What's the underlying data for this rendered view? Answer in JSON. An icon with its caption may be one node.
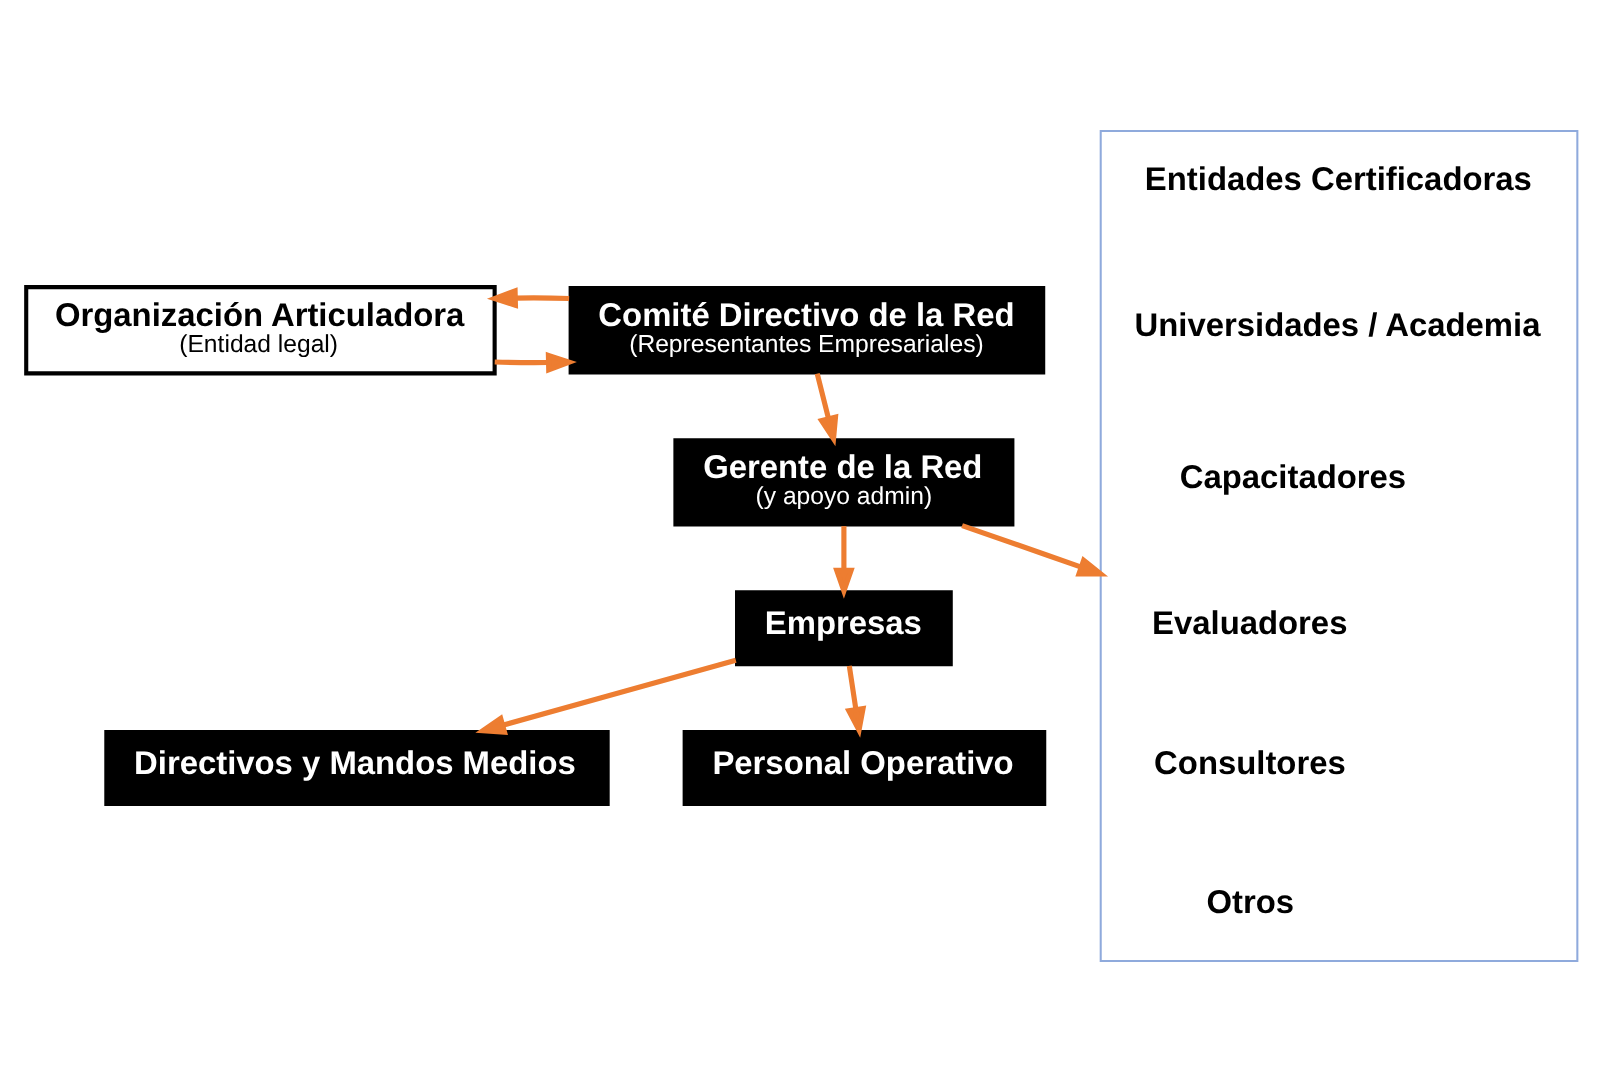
{
  "diagram": {
    "nodes": [
      {
        "text": [
          "Organización Articuladora",
          "(Entidad legal)"
        ]
      },
      {
        "text": [
          "Comité Directivo de la Red",
          "(Representantes Empresariales)"
        ]
      },
      {
        "text": [
          "Gerente de la Red",
          "(y apoyo admin)"
        ]
      },
      {
        "text": [
          "Empresas"
        ]
      },
      {
        "text": [
          "Directivos y Mandos Medios"
        ]
      },
      {
        "text": [
          "Personal Operativo"
        ]
      },
      {
        "text": [],
        "shape": "box"
      },
      {
        "text": [
          "Entidades Certificadoras"
        ],
        "in": 6
      },
      {
        "text": [
          "Universidades / Academia"
        ],
        "in": 6
      },
      {
        "text": [
          "Capacitadores"
        ],
        "in": 6
      },
      {
        "text": [
          "Evaluadores"
        ],
        "in": 6
      },
      {
        "text": [
          "Consultores"
        ],
        "in": 6
      },
      {
        "text": [
          "Otros"
        ],
        "in": 6
      }
    ],
    "edges": [
      {
        "from": 0,
        "to": 1,
        "arrow": "to"
      },
      {
        "from": 1,
        "to": 0,
        "arrow": "to"
      },
      {
        "from": 1,
        "to": 2,
        "arrow": "to"
      },
      {
        "from": 2,
        "to": 6,
        "arrow": "to"
      },
      {
        "from": 2,
        "to": 3,
        "arrow": "to"
      },
      {
        "from": 3,
        "to": 4,
        "arrow": "to"
      },
      {
        "from": 3,
        "to": 5,
        "arrow": "to"
      }
    ]
  }
}
